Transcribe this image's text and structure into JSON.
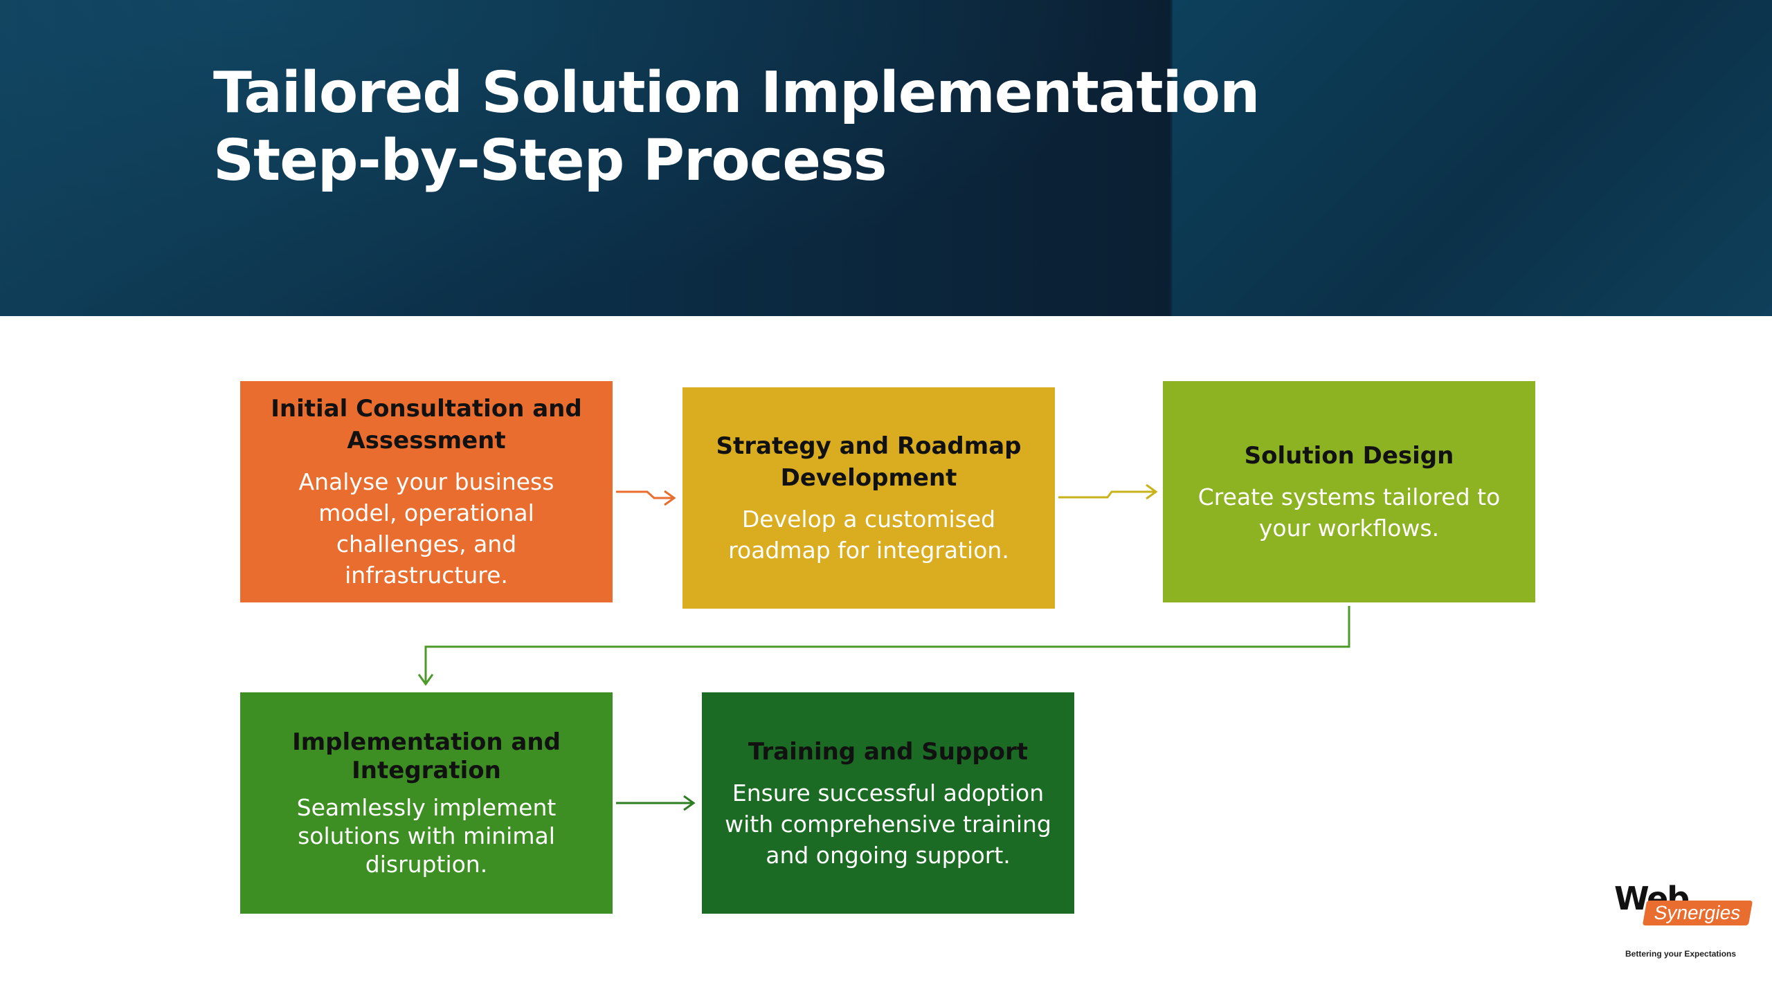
{
  "header": {
    "title_line1": "Tailored Solution Implementation",
    "title_line2": "Step-by-Step Process"
  },
  "steps": [
    {
      "title": "Initial Consultation and Assessment",
      "description": "Analyse your business model, operational challenges, and infrastructure.",
      "color": "#e86d2e"
    },
    {
      "title": "Strategy and Roadmap Development",
      "description": "Develop a customised roadmap for integration.",
      "color": "#d9ad1f"
    },
    {
      "title": "Solution Design",
      "description": "Create systems tailored to your workflows.",
      "color": "#8db322"
    },
    {
      "title": "Implementation and Integration",
      "description": "Seamlessly implement solutions with minimal disruption.",
      "color": "#3d8f23"
    },
    {
      "title": "Training and Support",
      "description": "Ensure successful adoption with comprehensive training and ongoing support.",
      "color": "#1c6b24"
    }
  ],
  "logo": {
    "name_part1": "Web",
    "name_part2": "Synergies",
    "tagline": "Bettering your Expectations"
  }
}
